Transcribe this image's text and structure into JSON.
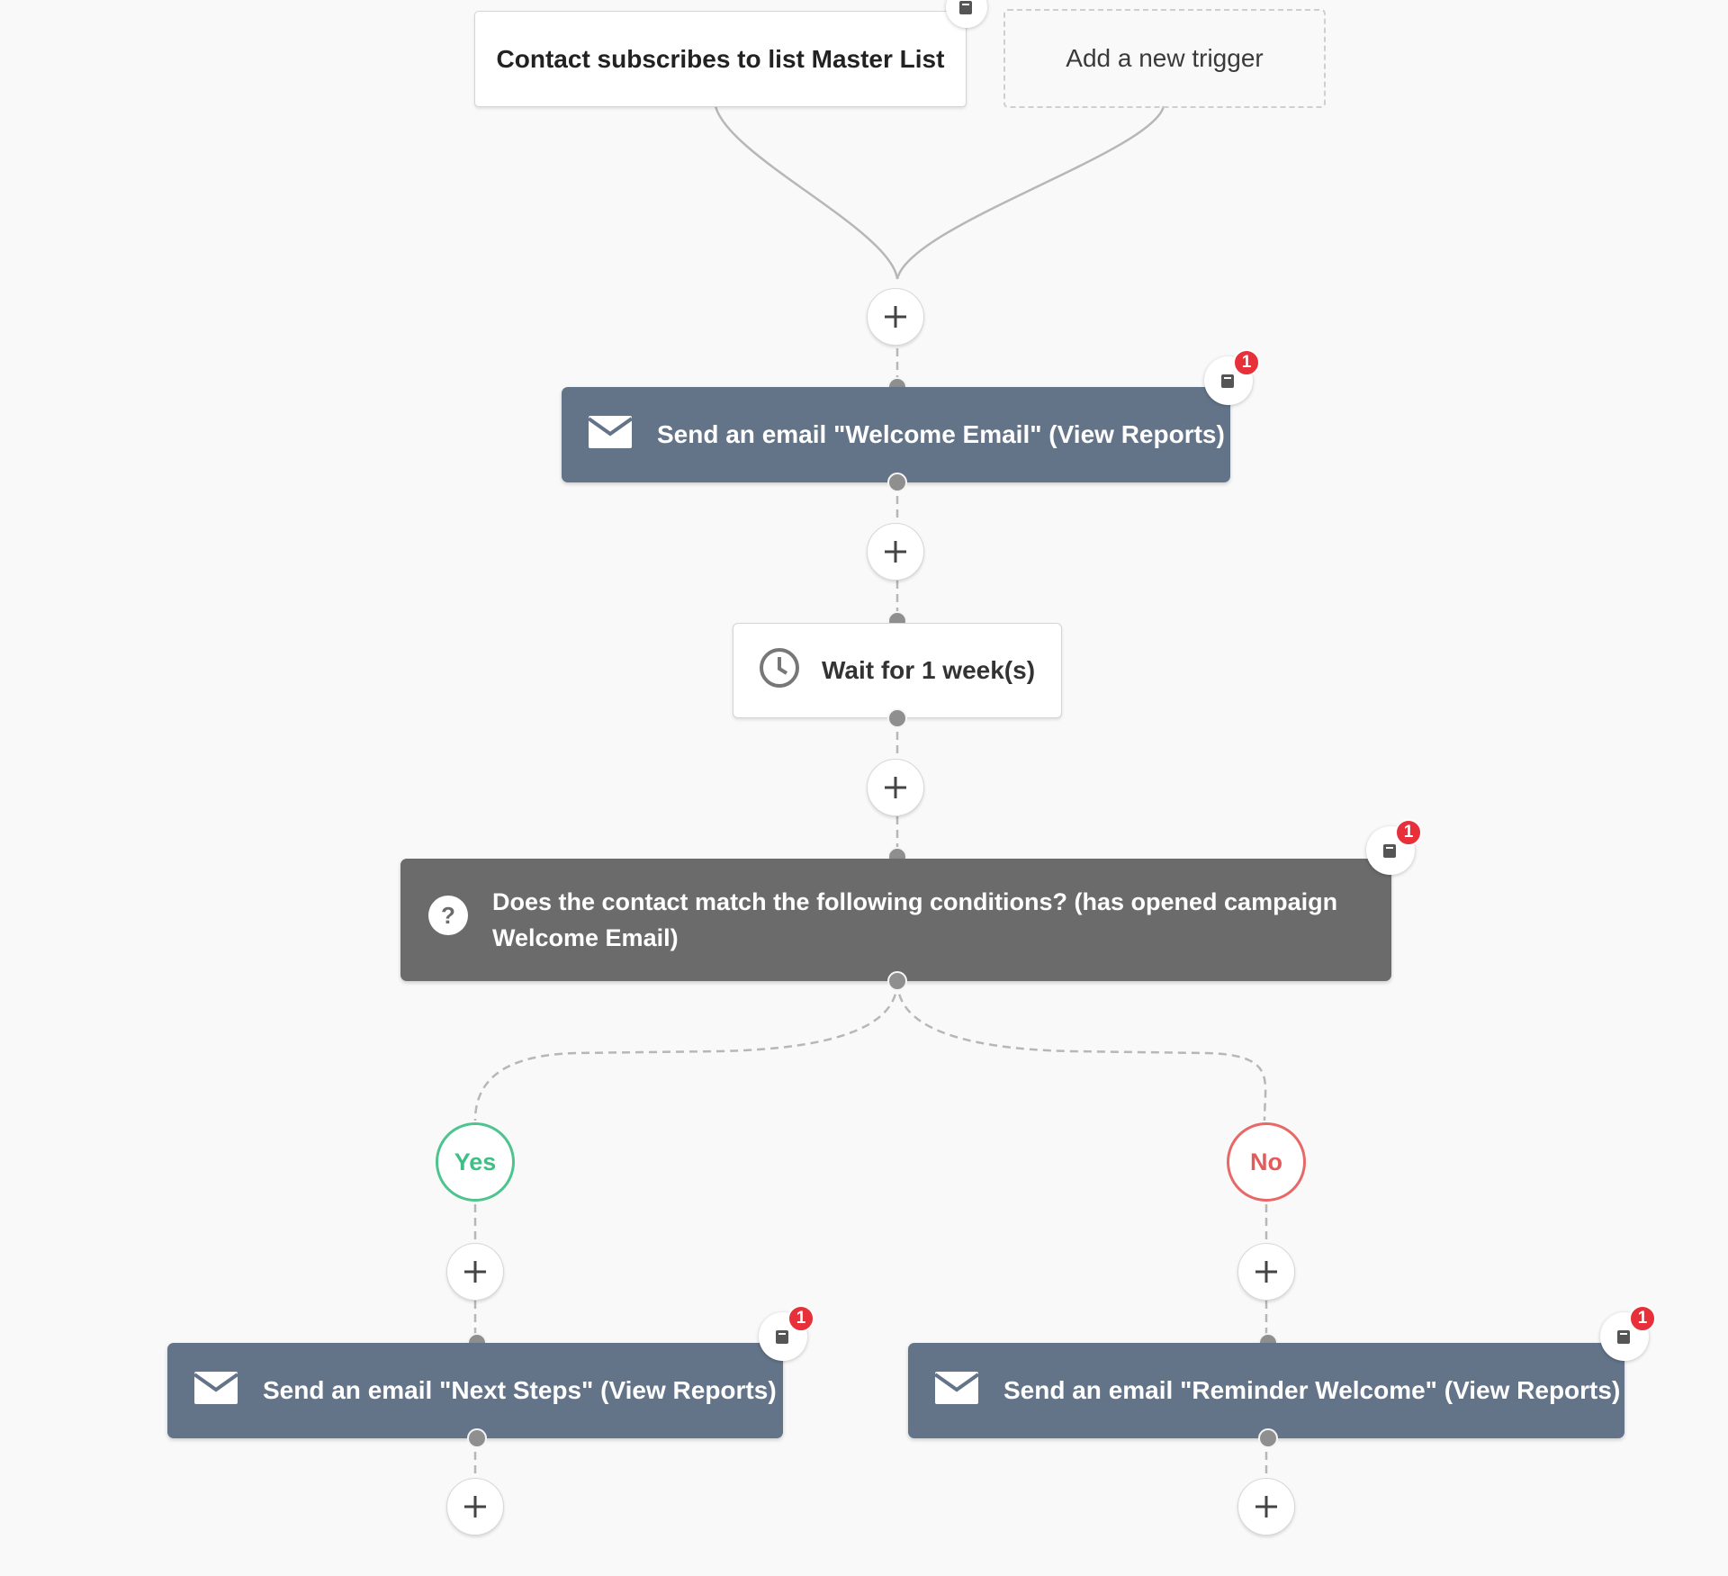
{
  "triggers": {
    "existing_label": "Contact subscribes to list Master List",
    "add_label": "Add a new trigger"
  },
  "steps": {
    "welcome_email_label": "Send an email \"Welcome Email\" (View Reports)",
    "wait_label": "Wait for 1 week(s)",
    "condition_label": "Does the contact match the following conditions? (has opened campaign Welcome Email)",
    "next_steps_email_label": "Send an email \"Next Steps\" (View Reports)",
    "reminder_email_label": "Send an email \"Reminder Welcome\" (View Reports)"
  },
  "branches": {
    "yes_label": "Yes",
    "no_label": "No"
  },
  "notes_badges": {
    "welcome_email": "1",
    "condition": "1",
    "next_steps_email": "1",
    "reminder_email": "1"
  },
  "icons": {
    "add_step": "plus-icon",
    "email": "envelope-icon",
    "wait": "clock-icon",
    "condition": "question-icon",
    "notes": "notes-icon"
  },
  "colors": {
    "action_block": "#637489",
    "condition_block": "#6b6b6b",
    "yes_branch": "#4dc48f",
    "no_branch": "#e86767",
    "badge": "#e8303a",
    "canvas": "#f9f9f9"
  }
}
